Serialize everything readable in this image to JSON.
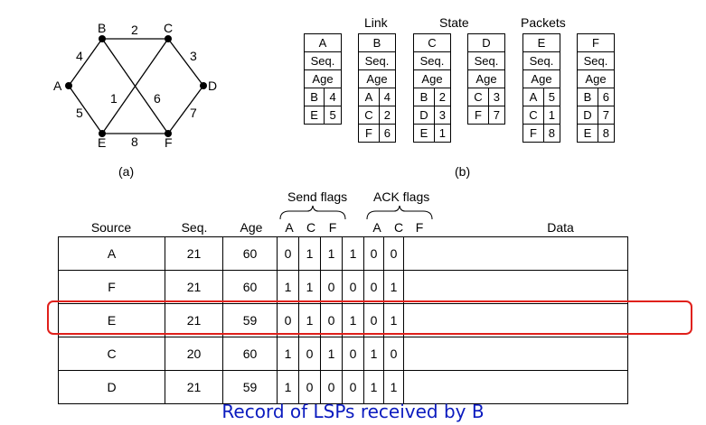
{
  "graph": {
    "nodes": [
      "A",
      "B",
      "C",
      "D",
      "E",
      "F"
    ],
    "edges": [
      {
        "from": "A",
        "to": "B",
        "weight": "4"
      },
      {
        "from": "B",
        "to": "C",
        "weight": "2"
      },
      {
        "from": "C",
        "to": "D",
        "weight": "3"
      },
      {
        "from": "D",
        "to": "F",
        "weight": "7"
      },
      {
        "from": "E",
        "to": "F",
        "weight": "8"
      },
      {
        "from": "A",
        "to": "E",
        "weight": "5"
      },
      {
        "from": "B",
        "to": "F",
        "weight": "6"
      },
      {
        "from": "C",
        "to": "E",
        "weight": "1"
      }
    ],
    "caption": "(a)"
  },
  "lsp_packets": {
    "header_words": [
      "Link",
      "State",
      "Packets"
    ],
    "caption": "(b)",
    "packets": [
      {
        "router": "A",
        "seq": "Seq.",
        "age": "Age",
        "rows": [
          [
            "B",
            "4"
          ],
          [
            "E",
            "5"
          ]
        ]
      },
      {
        "router": "B",
        "seq": "Seq.",
        "age": "Age",
        "rows": [
          [
            "A",
            "4"
          ],
          [
            "C",
            "2"
          ],
          [
            "F",
            "6"
          ]
        ]
      },
      {
        "router": "C",
        "seq": "Seq.",
        "age": "Age",
        "rows": [
          [
            "B",
            "2"
          ],
          [
            "D",
            "3"
          ],
          [
            "E",
            "1"
          ]
        ]
      },
      {
        "router": "D",
        "seq": "Seq.",
        "age": "Age",
        "rows": [
          [
            "C",
            "3"
          ],
          [
            "F",
            "7"
          ]
        ]
      },
      {
        "router": "E",
        "seq": "Seq.",
        "age": "Age",
        "rows": [
          [
            "A",
            "5"
          ],
          [
            "C",
            "1"
          ],
          [
            "F",
            "8"
          ]
        ]
      },
      {
        "router": "F",
        "seq": "Seq.",
        "age": "Age",
        "rows": [
          [
            "B",
            "6"
          ],
          [
            "D",
            "7"
          ],
          [
            "E",
            "8"
          ]
        ]
      }
    ]
  },
  "record_table": {
    "group_headers": {
      "send_flags": "Send flags",
      "ack_flags": "ACK flags"
    },
    "columns": [
      "Source",
      "Seq.",
      "Age",
      "A",
      "C",
      "F",
      "A",
      "C",
      "F",
      "Data"
    ],
    "rows": [
      [
        "A",
        "21",
        "60",
        "0",
        "1",
        "1",
        "1",
        "0",
        "0",
        ""
      ],
      [
        "F",
        "21",
        "60",
        "1",
        "1",
        "0",
        "0",
        "0",
        "1",
        ""
      ],
      [
        "E",
        "21",
        "59",
        "0",
        "1",
        "0",
        "1",
        "0",
        "1",
        ""
      ],
      [
        "C",
        "20",
        "60",
        "1",
        "0",
        "1",
        "0",
        "1",
        "0",
        ""
      ],
      [
        "D",
        "21",
        "59",
        "1",
        "0",
        "0",
        "0",
        "1",
        "1",
        ""
      ]
    ],
    "highlighted_row": 2,
    "highlight_color": "#e0201b"
  },
  "footer": {
    "text": "Record of LSPs received by B",
    "color": "#0b1bbf"
  }
}
